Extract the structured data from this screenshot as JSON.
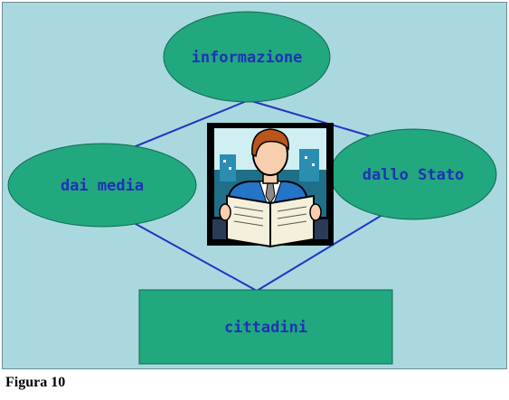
{
  "diagram": {
    "nodes": {
      "top": "informazione",
      "left": "dai media",
      "right": "dallo Stato",
      "bottom": "cittadini"
    },
    "center_icon": "person-reading-newspaper-icon"
  },
  "caption": "Figura 10"
}
